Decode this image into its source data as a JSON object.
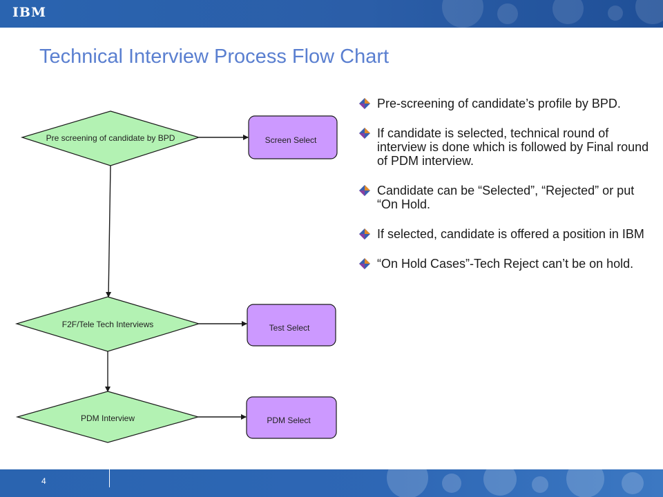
{
  "header": {
    "logo_text": "IBM"
  },
  "slide": {
    "title": "Technical Interview Process Flow Chart",
    "page_number": "4"
  },
  "flowchart": {
    "decisions": [
      {
        "label": "Pre screening of candidate by BPD"
      },
      {
        "label": "F2F/Tele Tech Interviews"
      },
      {
        "label": "PDM Interview"
      }
    ],
    "outcomes": [
      {
        "label": "Screen Select"
      },
      {
        "label": "Test Select"
      },
      {
        "label": "PDM Select"
      }
    ],
    "colors": {
      "decision_fill": "#b3f2b3",
      "outcome_fill": "#cc99ff",
      "stroke": "#1a1a1a"
    }
  },
  "bullets": [
    {
      "text": "Pre-screening of candidate’s profile by BPD."
    },
    {
      "text": "If candidate is selected, technical round of interview is done which is followed by Final round of PDM interview."
    },
    {
      "text": "Candidate can be “Selected”, “Rejected” or put “On Hold."
    },
    {
      "text": "If selected, candidate is offered a position in IBM"
    },
    {
      "text": "“On Hold Cases”-Tech Reject can’t be on hold."
    }
  ],
  "icons": {
    "bullet": "diamond-bullet-icon",
    "logo": "ibm-logo"
  }
}
